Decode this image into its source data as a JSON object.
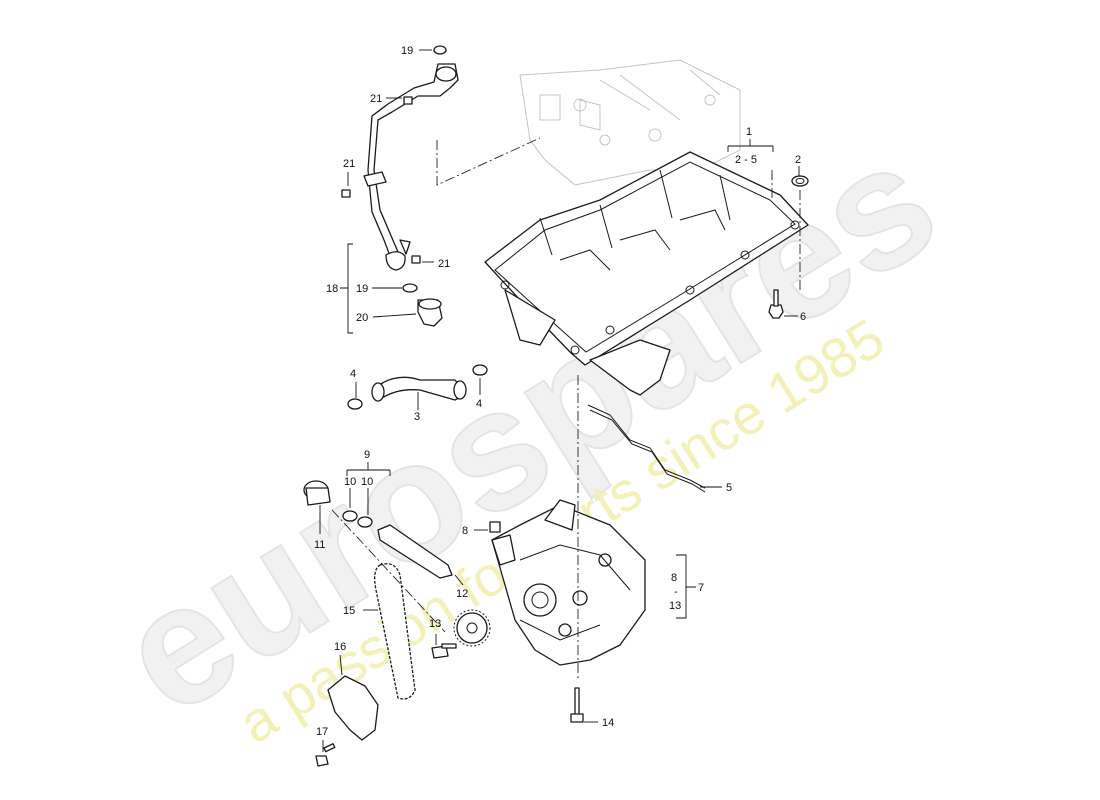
{
  "diagram": {
    "watermark": {
      "logo": "eurospares",
      "tagline": "a passion for parts since 1985"
    },
    "callouts": {
      "c1": "1",
      "c2_5": "2 - 5",
      "c2": "2",
      "c3": "3",
      "c4a": "4",
      "c4b": "4",
      "c5": "5",
      "c6": "6",
      "c7": "7",
      "c8a": "8",
      "c8b": "8",
      "c8dash": "-",
      "c9": "9",
      "c10a": "10",
      "c10b": "10",
      "c11": "11",
      "c12": "12",
      "c13a": "13",
      "c13b": "13",
      "c14": "14",
      "c15": "15",
      "c16": "16",
      "c17": "17",
      "c18": "18",
      "c19a": "19",
      "c19b": "19",
      "c20": "20",
      "c21a": "21",
      "c21b": "21",
      "c21c": "21"
    }
  }
}
